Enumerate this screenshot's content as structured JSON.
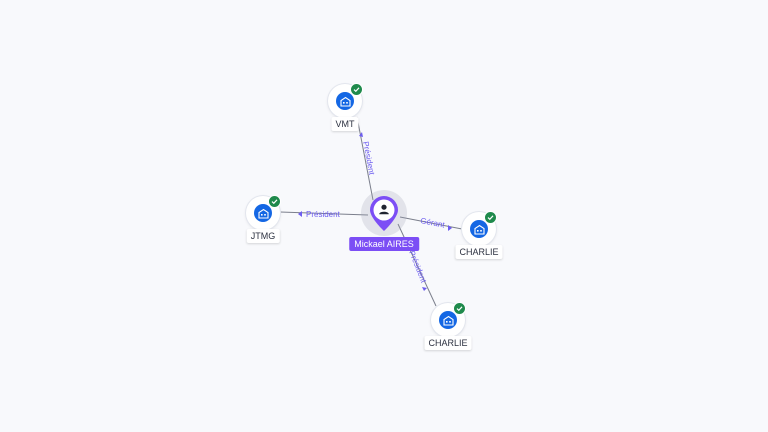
{
  "center": {
    "name": "Mickael AIRES",
    "icon": "user-icon",
    "color": "#7c4ef5"
  },
  "nodes": [
    {
      "id": "vmt",
      "name": "VMT",
      "icon": "building-icon",
      "verified": true
    },
    {
      "id": "jtmg",
      "name": "JTMG",
      "icon": "building-icon",
      "verified": true
    },
    {
      "id": "charlie1",
      "name": "CHARLIE",
      "icon": "building-icon",
      "verified": true
    },
    {
      "id": "charlie2",
      "name": "CHARLIE",
      "icon": "building-icon",
      "verified": true
    }
  ],
  "edges": [
    {
      "to": "vmt",
      "label": "Président"
    },
    {
      "to": "jtmg",
      "label": "Président"
    },
    {
      "to": "charlie1",
      "label": "Gérant"
    },
    {
      "to": "charlie2",
      "label": "Président"
    }
  ],
  "colors": {
    "company": "#1467e4",
    "verified": "#1f8a4c",
    "relation": "#6d5df0",
    "background": "#f8f9fc"
  }
}
